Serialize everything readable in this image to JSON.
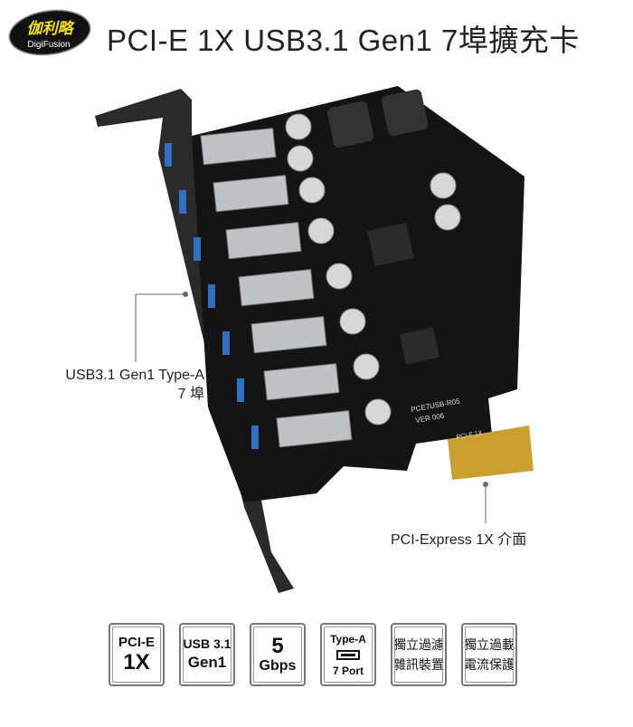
{
  "logo": {
    "cjk": "伽利略",
    "latin": "DigiFusion"
  },
  "title": "PCI-E 1X USB3.1 Gen1 7埠擴充卡",
  "callouts": {
    "usb_line1": "USB3.1 Gen1  Type-A",
    "usb_line2": "7 埠",
    "pcie": "PCI-Express 1X 介面"
  },
  "board_labels": {
    "model": "PCE7USB-R05",
    "ver": "VER 006",
    "slot": "PCI-E 1X"
  },
  "badges": [
    {
      "line1": "PCI-E",
      "line2": "1X"
    },
    {
      "line1": "USB 3.1",
      "line2": "Gen1"
    },
    {
      "line1": "5",
      "line2": "Gbps"
    },
    {
      "line1": "Type-A",
      "line2": "7 Port",
      "icon": "usb-port-icon"
    },
    {
      "line1": "獨立過濾",
      "line2": "雜訊裝置"
    },
    {
      "line1": "獨立過載",
      "line2": "電流保護"
    }
  ],
  "colors": {
    "pcb": "#141414",
    "port_blue": "#2f6fc4",
    "gold": "#c9a030"
  }
}
